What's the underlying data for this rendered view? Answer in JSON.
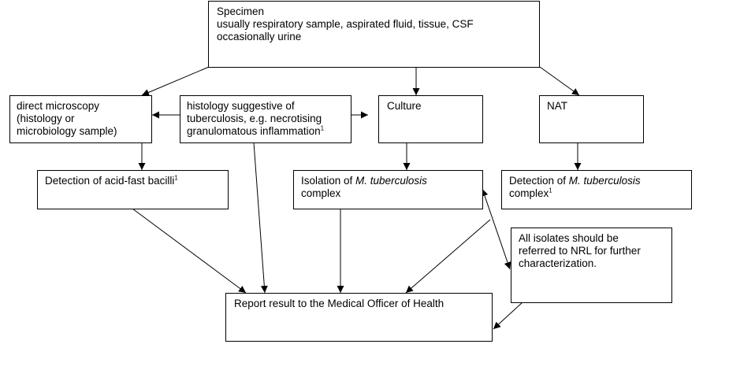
{
  "specimen": {
    "title": "Specimen",
    "line2": "usually respiratory sample, aspirated fluid, tissue, CSF",
    "line3": "occasionally urine"
  },
  "direct_microscopy": {
    "line1": "direct microscopy",
    "line2": "(histology or",
    "line3": "microbiology sample)"
  },
  "histology": {
    "line1": "histology suggestive of",
    "line2": "tuberculosis, e.g. necrotising",
    "line3": "granulomatous inflammation",
    "sup": "1"
  },
  "culture": {
    "label": "Culture"
  },
  "nat": {
    "label": "NAT"
  },
  "afb": {
    "label": "Detection of acid-fast bacilli",
    "sup": "1"
  },
  "isolation": {
    "pre": "Isolation of ",
    "italic": "M. tuberculosis",
    "line2": "complex"
  },
  "detection_mtb": {
    "pre": "Detection of ",
    "italic": "M. tuberculosis",
    "line2": "complex",
    "sup": "1"
  },
  "isolates_note": {
    "line1": "All isolates should be",
    "line2": "referred to NRL for further",
    "line3": "characterization."
  },
  "report": {
    "label": "Report result to the Medical Officer of Health"
  }
}
